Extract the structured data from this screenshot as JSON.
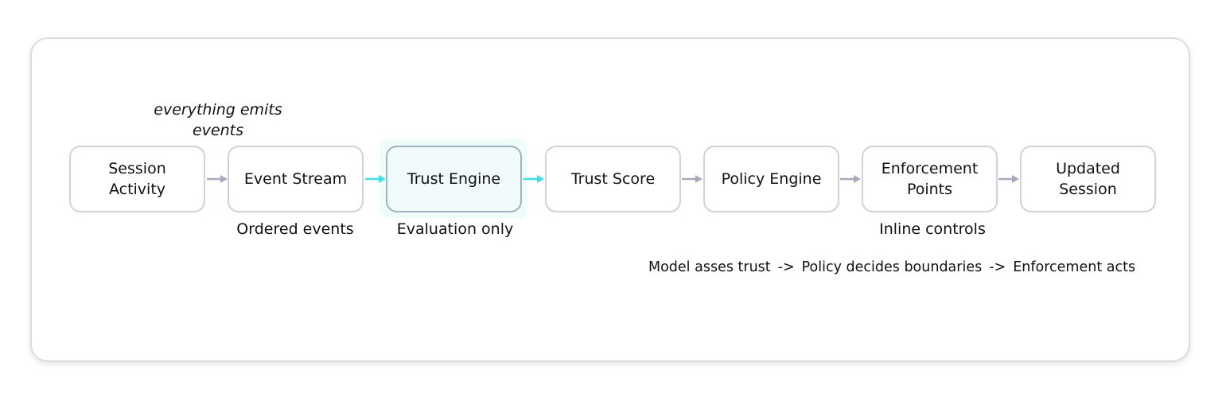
{
  "diagram": {
    "top_annotation": "everything emits\nevents",
    "nodes": [
      {
        "id": "session-activity",
        "label": "Session\nActivity"
      },
      {
        "id": "event-stream",
        "label": "Event Stream"
      },
      {
        "id": "trust-engine",
        "label": "Trust Engine",
        "highlighted": true
      },
      {
        "id": "trust-score",
        "label": "Trust Score"
      },
      {
        "id": "policy-engine",
        "label": "Policy Engine"
      },
      {
        "id": "enforcement-points",
        "label": "Enforcement\nPoints"
      },
      {
        "id": "updated-session",
        "label": "Updated\nSession"
      }
    ],
    "node_notes": {
      "event_stream": "Ordered events",
      "trust_engine": "Evaluation only",
      "enforcement_points": "Inline controls"
    },
    "edges": [
      {
        "from": "session-activity",
        "to": "event-stream",
        "color": "#aaa8bd"
      },
      {
        "from": "event-stream",
        "to": "trust-engine",
        "color": "#3ce3df"
      },
      {
        "from": "trust-engine",
        "to": "trust-score",
        "color": "#3ce3df"
      },
      {
        "from": "trust-score",
        "to": "policy-engine",
        "color": "#aaa8bd"
      },
      {
        "from": "policy-engine",
        "to": "enforcement-points",
        "color": "#aaa8bd"
      },
      {
        "from": "enforcement-points",
        "to": "updated-session",
        "color": "#aaa8bd"
      }
    ],
    "pipeline_summary": {
      "step1": "Model asses trust",
      "sep1": "->",
      "step2": "Policy decides boundaries",
      "sep2": "->",
      "step3": "Enforcement acts"
    },
    "colors": {
      "node_border": "#d2d0dc",
      "highlight_fill": "#ecfdfc",
      "accent_arrow": "#3ce3df",
      "neutral_arrow": "#aaa8bd"
    }
  }
}
